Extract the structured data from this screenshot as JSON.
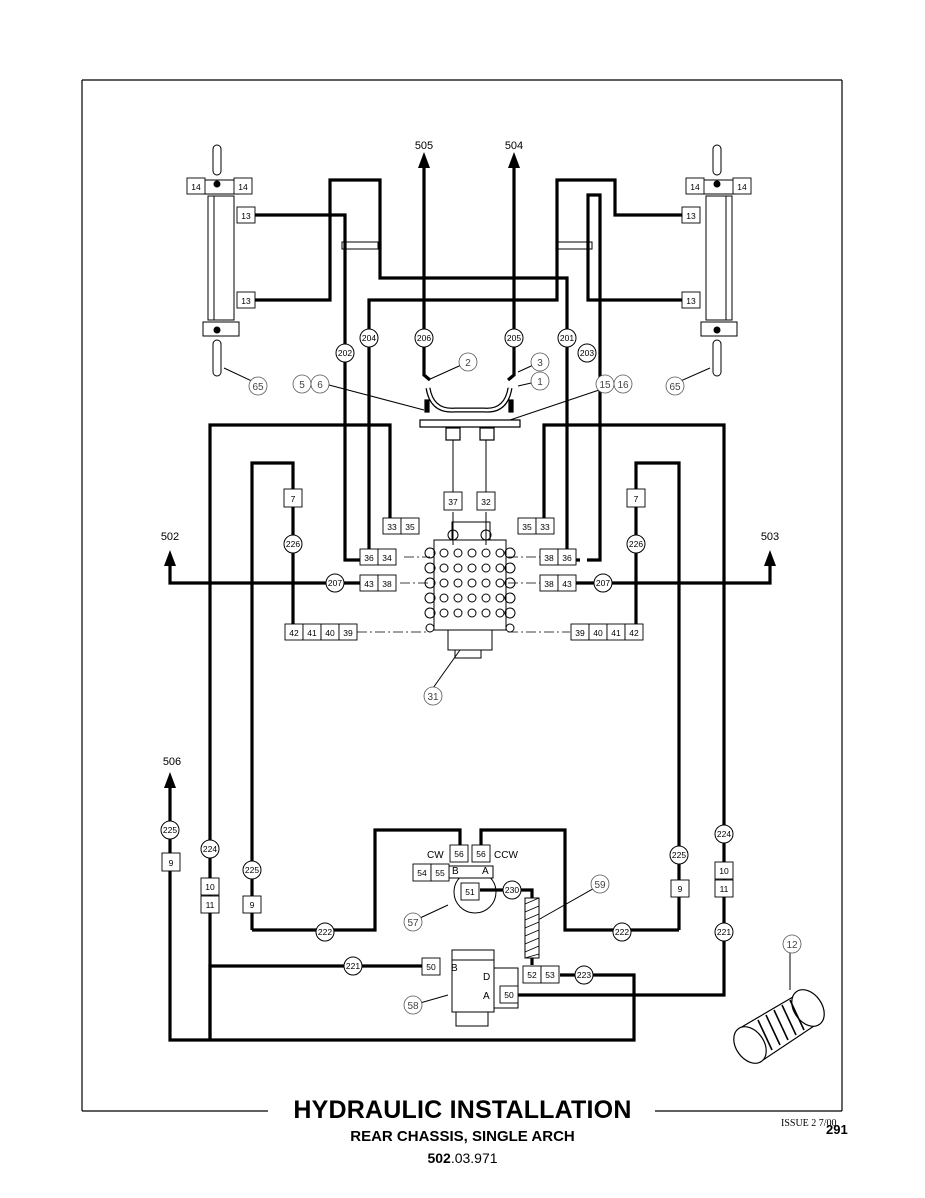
{
  "title": "HYDRAULIC INSTALLATION",
  "subtitle": "REAR CHASSIS, SINGLE ARCH",
  "reference": {
    "prefix": "502",
    "suffix": ".03.971"
  },
  "issue": "ISSUE 2 7/00",
  "page_number": "291",
  "arrows": [
    "505",
    "504",
    "502",
    "503",
    "506"
  ],
  "circle_callouts": [
    "202",
    "204",
    "206",
    "205",
    "201",
    "203",
    "226",
    "226",
    "207",
    "207",
    "225",
    "224",
    "225",
    "224",
    "222",
    "222",
    "221",
    "221",
    "223",
    "230"
  ],
  "part_callouts": [
    "2",
    "3",
    "1",
    "5",
    "6",
    "15",
    "16",
    "65",
    "65",
    "31",
    "57",
    "59",
    "58",
    "12"
  ],
  "labels": {
    "cw": "CW",
    "ccw": "CCW",
    "b": "B",
    "a": "A",
    "d": "D"
  },
  "boxes": [
    "14",
    "14",
    "13",
    "13",
    "14",
    "14",
    "13",
    "13",
    "37",
    "32",
    "7",
    "7",
    "33",
    "35",
    "35",
    "33",
    "36",
    "34",
    "38",
    "36",
    "43",
    "38",
    "38",
    "43",
    "42",
    "41",
    "40",
    "39",
    "39",
    "40",
    "41",
    "42",
    "9",
    "10",
    "11",
    "9",
    "9",
    "10",
    "11",
    "56",
    "56",
    "54",
    "55",
    "51",
    "50",
    "52",
    "53",
    "50"
  ]
}
